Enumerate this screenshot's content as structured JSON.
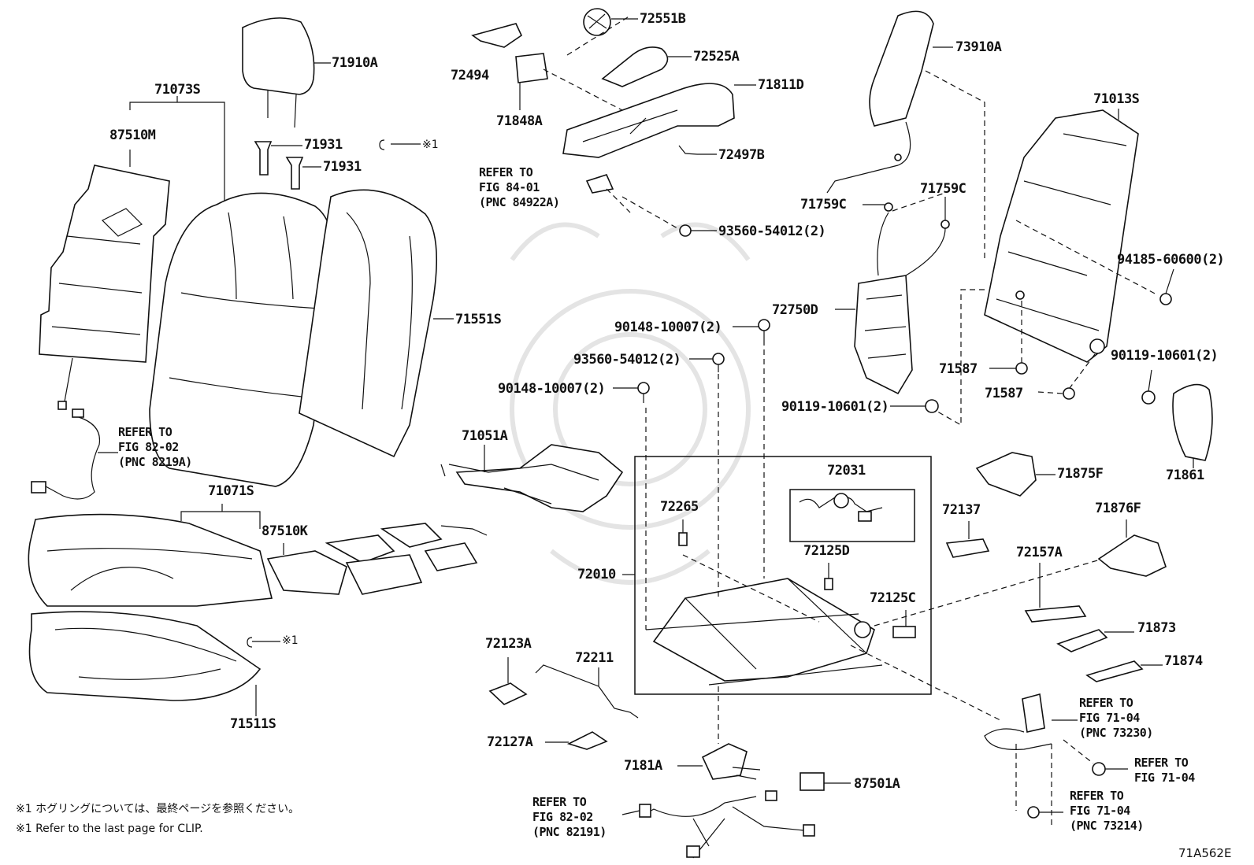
{
  "labels": {
    "p71910A": "71910A",
    "p71073S": "71073S",
    "p87510M": "87510M",
    "p71931a": "71931",
    "p71931b": "71931",
    "clip1a": "※1",
    "p71551S": "71551S",
    "p71071S": "71071S",
    "p87510K": "87510K",
    "clip1b": "※1",
    "p71511S": "71511S",
    "p72494": "72494",
    "p72551B": "72551B",
    "p72525A": "72525A",
    "p71848A": "71848A",
    "p71811D": "71811D",
    "p72497B": "72497B",
    "p93560a": "93560-54012(2)",
    "p73910A": "73910A",
    "p71013S": "71013S",
    "p71759Ca": "71759C",
    "p71759Cb": "71759C",
    "p94185": "94185-60600(2)",
    "p72750D": "72750D",
    "p90148a": "90148-10007(2)",
    "p93560b": "93560-54012(2)",
    "p90148b": "90148-10007(2)",
    "p71587a": "71587",
    "p71587b": "71587",
    "p90119a": "90119-10601(2)",
    "p90119b": "90119-10601(2)",
    "p71861": "71861",
    "p71051A": "71051A",
    "p72031": "72031",
    "p72265": "72265",
    "p72125D": "72125D",
    "p72010": "72010",
    "p72125C": "72125C",
    "p71875F": "71875F",
    "p72137": "72137",
    "p71876F": "71876F",
    "p72157A": "72157A",
    "p71873": "71873",
    "p71874": "71874",
    "p72123A": "72123A",
    "p72211": "72211",
    "p72127A": "72127A",
    "p7181A": "7181A",
    "p87501A": "87501A"
  },
  "refs": {
    "fig8401": [
      "REFER TO",
      "FIG 84-01",
      "(PNC 84922A)"
    ],
    "fig8202a": [
      "REFER TO",
      "FIG 82-02",
      "(PNC 8219A)"
    ],
    "fig8202b": [
      "REFER TO",
      "FIG 82-02",
      "(PNC 82191)"
    ],
    "fig7104a": [
      "REFER TO",
      "FIG 71-04",
      "(PNC 73230)"
    ],
    "fig7104b": [
      "REFER TO",
      "FIG 71-04"
    ],
    "fig7104c": [
      "REFER TO",
      "FIG 71-04",
      "(PNC 73214)"
    ]
  },
  "notes": {
    "jp": "※1 ホグリングについては、最終ページを参照ください。",
    "en": "※1 Refer to the last page for CLIP."
  },
  "figure_code": "71A562E"
}
